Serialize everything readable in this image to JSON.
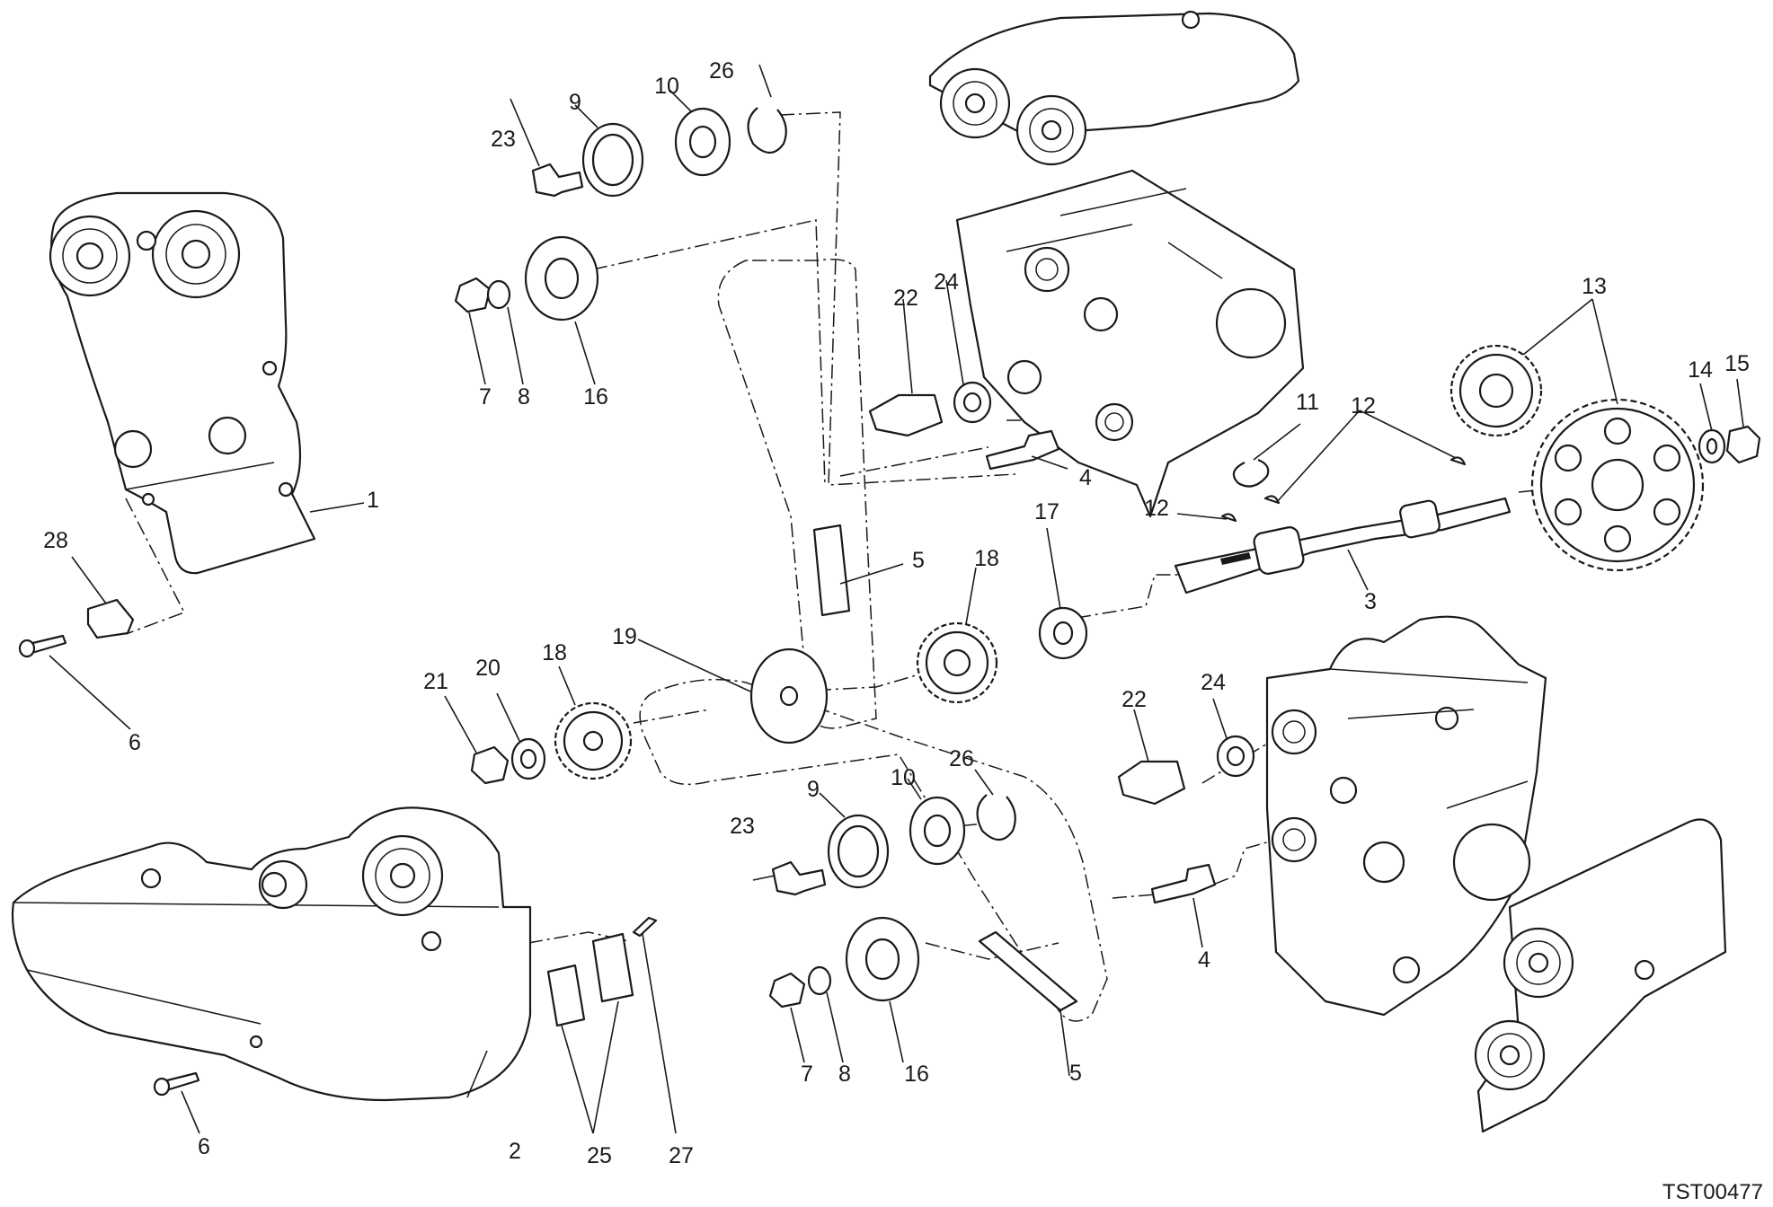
{
  "drawing_code": "TST00477",
  "callouts": {
    "c1": "1",
    "c2": "2",
    "c3": "3",
    "c4a": "4",
    "c4b": "4",
    "c5a": "5",
    "c5b": "5",
    "c6a": "6",
    "c6b": "6",
    "c7a": "7",
    "c7b": "7",
    "c8a": "8",
    "c8b": "8",
    "c9a": "9",
    "c9b": "9",
    "c10a": "10",
    "c10b": "10",
    "c11": "11",
    "c12a": "12",
    "c12b": "12",
    "c13": "13",
    "c14": "14",
    "c15": "15",
    "c16a": "16",
    "c16b": "16",
    "c17": "17",
    "c18a": "18",
    "c18b": "18",
    "c19": "19",
    "c20": "20",
    "c21": "21",
    "c22a": "22",
    "c22b": "22",
    "c23a": "23",
    "c23b": "23",
    "c24a": "24",
    "c24b": "24",
    "c25": "25",
    "c26a": "26",
    "c26b": "26",
    "c27": "27",
    "c28": "28"
  }
}
